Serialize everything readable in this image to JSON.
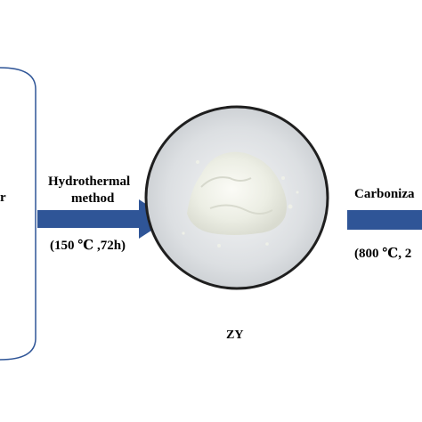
{
  "step1": {
    "line1": "Hydrothermal",
    "line2": "method",
    "conditions": "(150 ℃ ,72h)"
  },
  "step2": {
    "line1": "Carboniza",
    "conditions": "(800 ℃, 2"
  },
  "product": {
    "label": "ZY"
  },
  "left_partial_text": "r",
  "colors": {
    "arrow": "#2f5597",
    "container_border": "#2f5597",
    "circle_border": "#1f1f1f",
    "powder": "#eef0e8"
  }
}
